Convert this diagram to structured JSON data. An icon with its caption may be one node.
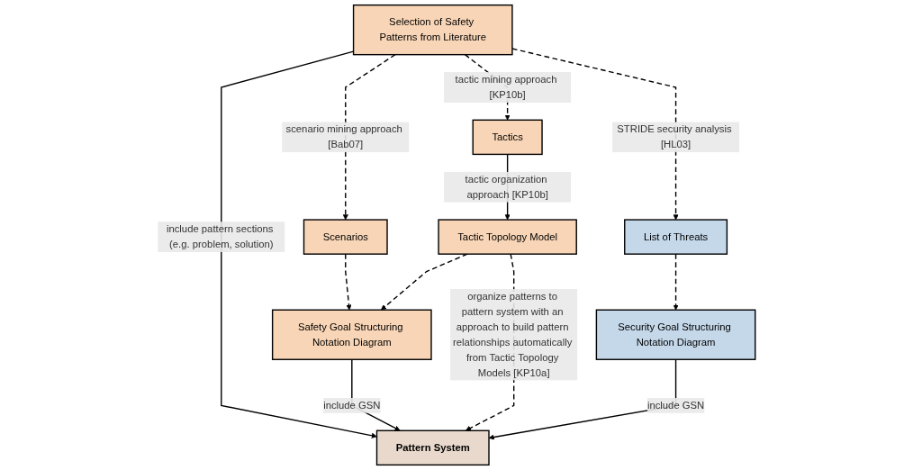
{
  "diagram": {
    "nodes": [
      {
        "text": [
          "Selection of Safety Patterns from Literature"
        ]
      },
      {
        "text": [
          "Tactics"
        ]
      },
      {
        "text": [
          "Scenarios"
        ]
      },
      {
        "text": [
          "Tactic Topology Model"
        ]
      },
      {
        "text": [
          "List of Threats"
        ]
      },
      {
        "text": [
          "Safety Goal Structuring Notation Diagram"
        ]
      },
      {
        "text": [
          "Security Goal Structuring Notation Diagram"
        ]
      },
      {
        "text": [
          "Pattern System"
        ]
      }
    ],
    "edges": [
      {
        "from": 0,
        "to": 7,
        "arrow": "to",
        "label": "include pattern sections (e.g. problem, solution)"
      },
      {
        "from": 0,
        "to": 2,
        "arrow": "to",
        "style": "dashed",
        "label": "scenario mining approach [Bab07]"
      },
      {
        "from": 0,
        "to": 1,
        "arrow": "to",
        "style": "dashed",
        "label": "tactic mining approach [KP10b]"
      },
      {
        "from": 1,
        "to": 3,
        "arrow": "to",
        "label": "tactic organization approach [KP10b]"
      },
      {
        "from": 0,
        "to": 4,
        "arrow": "to",
        "style": "dashed",
        "label": "STRIDE security analysis [HL03]"
      },
      {
        "from": 2,
        "to": 5,
        "arrow": "to",
        "style": "dashed"
      },
      {
        "from": 3,
        "to": 5,
        "arrow": "to",
        "style": "dashed"
      },
      {
        "from": 3,
        "to": 7,
        "arrow": "to",
        "style": "dashed",
        "label": "organize patterns to pattern system with an approach to build pattern relationships automatically from Tactic Topology Models [KP10a]"
      },
      {
        "from": 5,
        "to": 7,
        "arrow": "to",
        "label": "include GSN"
      },
      {
        "from": 4,
        "to": 6,
        "arrow": "to",
        "style": "dashed"
      },
      {
        "from": 6,
        "to": 7,
        "arrow": "to",
        "label": "include GSN"
      }
    ]
  }
}
